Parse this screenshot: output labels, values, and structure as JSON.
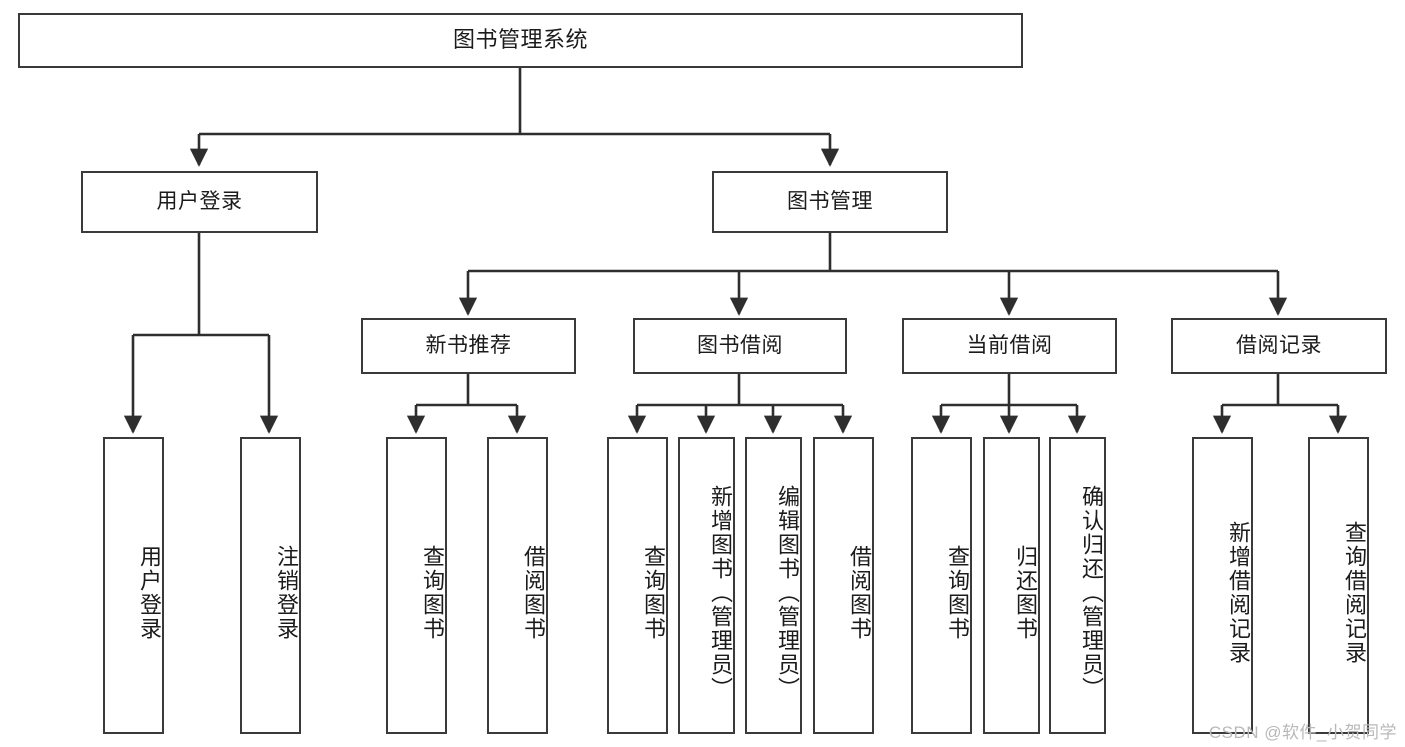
{
  "diagram": {
    "title": "图书管理系统",
    "type": "hierarchical-tree",
    "watermark": "CSDN @软件_小贺同学",
    "colors": {
      "box_border": "#3a3a3a",
      "box_fill": "#ffffff",
      "connector": "#2e2e2e",
      "text": "#1b1b1b",
      "watermark": "#b9b9b9"
    },
    "root": {
      "label": "图书管理系统"
    },
    "level2": [
      {
        "label": "用户登录"
      },
      {
        "label": "图书管理"
      }
    ],
    "level3": [
      {
        "label": "新书推荐"
      },
      {
        "label": "图书借阅"
      },
      {
        "label": "当前借阅"
      },
      {
        "label": "借阅记录"
      }
    ],
    "leaves": {
      "user_login": [
        {
          "label": "用户登录"
        },
        {
          "label": "注销登录"
        }
      ],
      "new_book_recommend": [
        {
          "label": "查询图书"
        },
        {
          "label": "借阅图书"
        }
      ],
      "book_borrow": [
        {
          "label": "查询图书"
        },
        {
          "label": "新增图书（管理员）"
        },
        {
          "label": "编辑图书（管理员）"
        },
        {
          "label": "借阅图书"
        }
      ],
      "current_borrow": [
        {
          "label": "查询图书"
        },
        {
          "label": "归还图书"
        },
        {
          "label": "确认归还（管理员）"
        }
      ],
      "borrow_record": [
        {
          "label": "新增借阅记录"
        },
        {
          "label": "查询借阅记录"
        }
      ]
    }
  }
}
